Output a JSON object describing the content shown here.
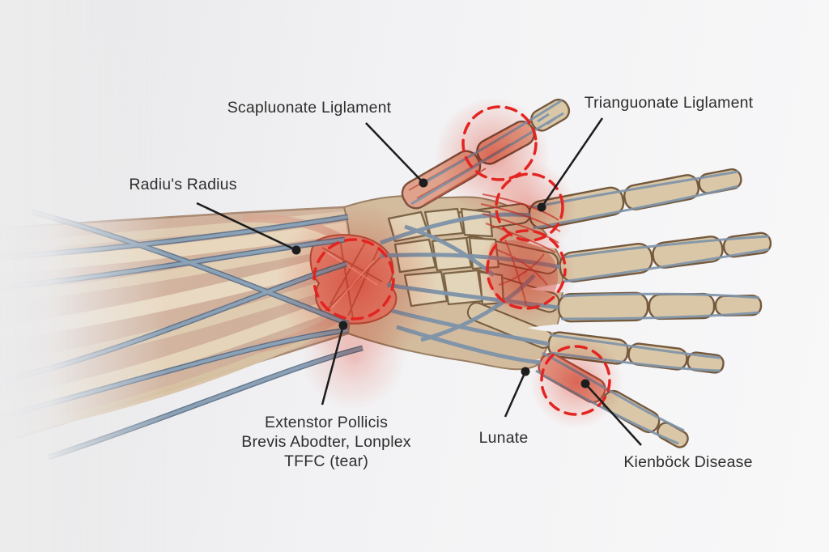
{
  "figure": {
    "type": "anatomical-illustration",
    "subject": "dorsal view of hand, wrist and forearm skeleton with ligaments, veins and inflamed regions marked by red dashed circles"
  },
  "annotations": {
    "scapholunate": {
      "text": "Scapluonate Liglament"
    },
    "triquetral": {
      "text": "Trianguonate Liglament"
    },
    "radius": {
      "text": "Radiu's Radius"
    },
    "extensor": {
      "line1": "Extenstor Pollicis",
      "line2": "Brevis Abodter, Lonplex",
      "line3": "TFFC (tear)"
    },
    "lunate": {
      "text": "Lunate"
    },
    "kienbock": {
      "text": "Kienböck Disease"
    }
  },
  "colors": {
    "background_left": "#e7e7e9",
    "background_right": "#f8f8f9",
    "bone_fill": "#d9c7a8",
    "bone_outline": "#75593d",
    "flesh": "#d2b59f",
    "tendon_light": "#ead9bf",
    "vein_light": "#8ba1b6",
    "vein_dark": "#5a6e86",
    "inflamed_bone": "#e2a18b",
    "ligament_red": "#e18a75",
    "ligament_red_dark": "#b5503e",
    "fiber_red": "#c8382d",
    "glow_red": "#e8402e",
    "highlight_ring": "#e32421",
    "leader_line": "#1d1d1d",
    "label_text": "#2e2e2e"
  }
}
